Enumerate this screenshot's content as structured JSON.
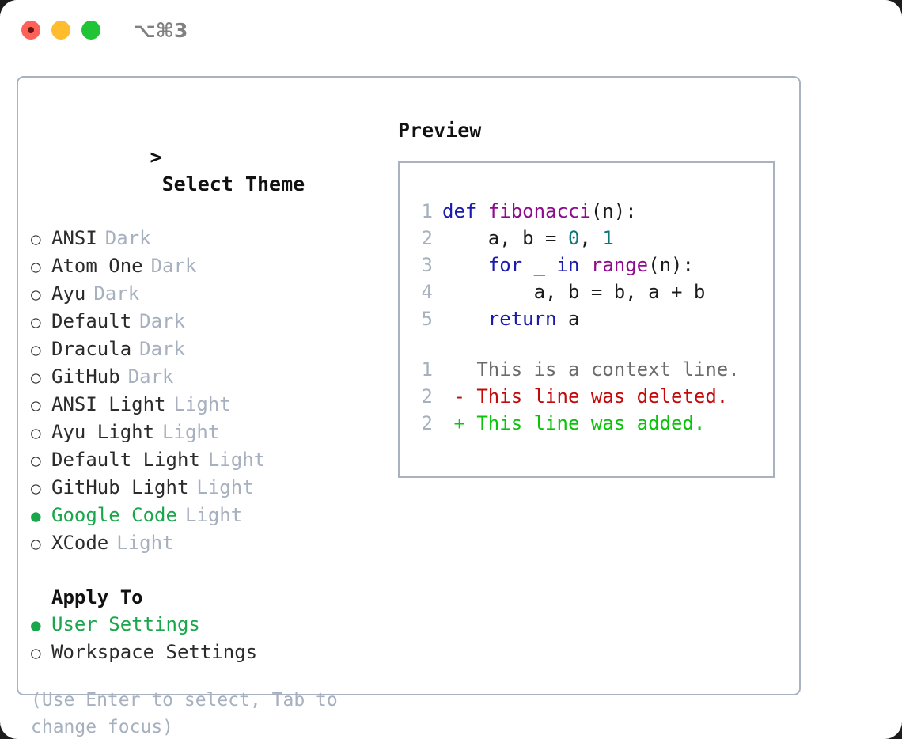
{
  "titlebar": {
    "shortcut": "⌥⌘3",
    "buttons": [
      {
        "name": "close",
        "color": "#ff6159"
      },
      {
        "name": "minimize",
        "color": "#ffbd2e"
      },
      {
        "name": "zoom",
        "color": "#21c435"
      }
    ]
  },
  "colors": {
    "selected_green": "#1aa64b",
    "muted_tag": "#a6b0bf",
    "border": "#a8b2c0",
    "keyword_blue": "#1a1aae",
    "function_purple": "#8e0a8e",
    "number_teal": "#0d7777",
    "diff_deleted_red": "#c20a0a",
    "diff_added_green": "#0ac40a",
    "diff_context_gray": "#6b6b6b"
  },
  "theme_picker": {
    "header_prefix": ">",
    "header": "Select Theme",
    "marker_unselected": "○",
    "marker_selected": "●",
    "items": [
      {
        "label": "ANSI",
        "tag": "Dark",
        "selected": false
      },
      {
        "label": "Atom One",
        "tag": "Dark",
        "selected": false
      },
      {
        "label": "Ayu",
        "tag": "Dark",
        "selected": false
      },
      {
        "label": "Default",
        "tag": "Dark",
        "selected": false
      },
      {
        "label": "Dracula",
        "tag": "Dark",
        "selected": false
      },
      {
        "label": "GitHub",
        "tag": "Dark",
        "selected": false
      },
      {
        "label": "ANSI Light",
        "tag": "Light",
        "selected": false
      },
      {
        "label": "Ayu Light",
        "tag": "Light",
        "selected": false
      },
      {
        "label": "Default Light",
        "tag": "Light",
        "selected": false
      },
      {
        "label": "GitHub Light",
        "tag": "Light",
        "selected": false
      },
      {
        "label": "Google Code",
        "tag": "Light",
        "selected": true
      },
      {
        "label": "XCode",
        "tag": "Light",
        "selected": false
      }
    ]
  },
  "apply_to": {
    "header": "Apply To",
    "items": [
      {
        "label": "User Settings",
        "selected": true
      },
      {
        "label": "Workspace Settings",
        "selected": false
      }
    ]
  },
  "hint": "(Use Enter to select, Tab to change focus)",
  "preview": {
    "title": "Preview",
    "code_lines": [
      {
        "number": "1",
        "tokens": [
          {
            "text": "def ",
            "type": "keyword"
          },
          {
            "text": "fibonacci",
            "type": "function"
          },
          {
            "text": "(n):",
            "type": "plain"
          }
        ]
      },
      {
        "number": "2",
        "tokens": [
          {
            "text": "    a, b = ",
            "type": "plain"
          },
          {
            "text": "0",
            "type": "number"
          },
          {
            "text": ", ",
            "type": "plain"
          },
          {
            "text": "1",
            "type": "number"
          }
        ]
      },
      {
        "number": "3",
        "tokens": [
          {
            "text": "    ",
            "type": "plain"
          },
          {
            "text": "for",
            "type": "keyword"
          },
          {
            "text": " _ ",
            "type": "plain"
          },
          {
            "text": "in",
            "type": "keyword"
          },
          {
            "text": " ",
            "type": "plain"
          },
          {
            "text": "range",
            "type": "function"
          },
          {
            "text": "(n):",
            "type": "plain"
          }
        ]
      },
      {
        "number": "4",
        "tokens": [
          {
            "text": "        a, b = b, a + b",
            "type": "plain"
          }
        ]
      },
      {
        "number": "5",
        "tokens": [
          {
            "text": "    ",
            "type": "plain"
          },
          {
            "text": "return",
            "type": "keyword"
          },
          {
            "text": " a",
            "type": "plain"
          }
        ]
      }
    ],
    "diff_lines": [
      {
        "number": "1",
        "sign": " ",
        "text": "This is a context line.",
        "type": "context"
      },
      {
        "number": "2",
        "sign": "-",
        "text": "This line was deleted.",
        "type": "deleted"
      },
      {
        "number": "2",
        "sign": "+",
        "text": "This line was added.",
        "type": "added"
      }
    ]
  }
}
